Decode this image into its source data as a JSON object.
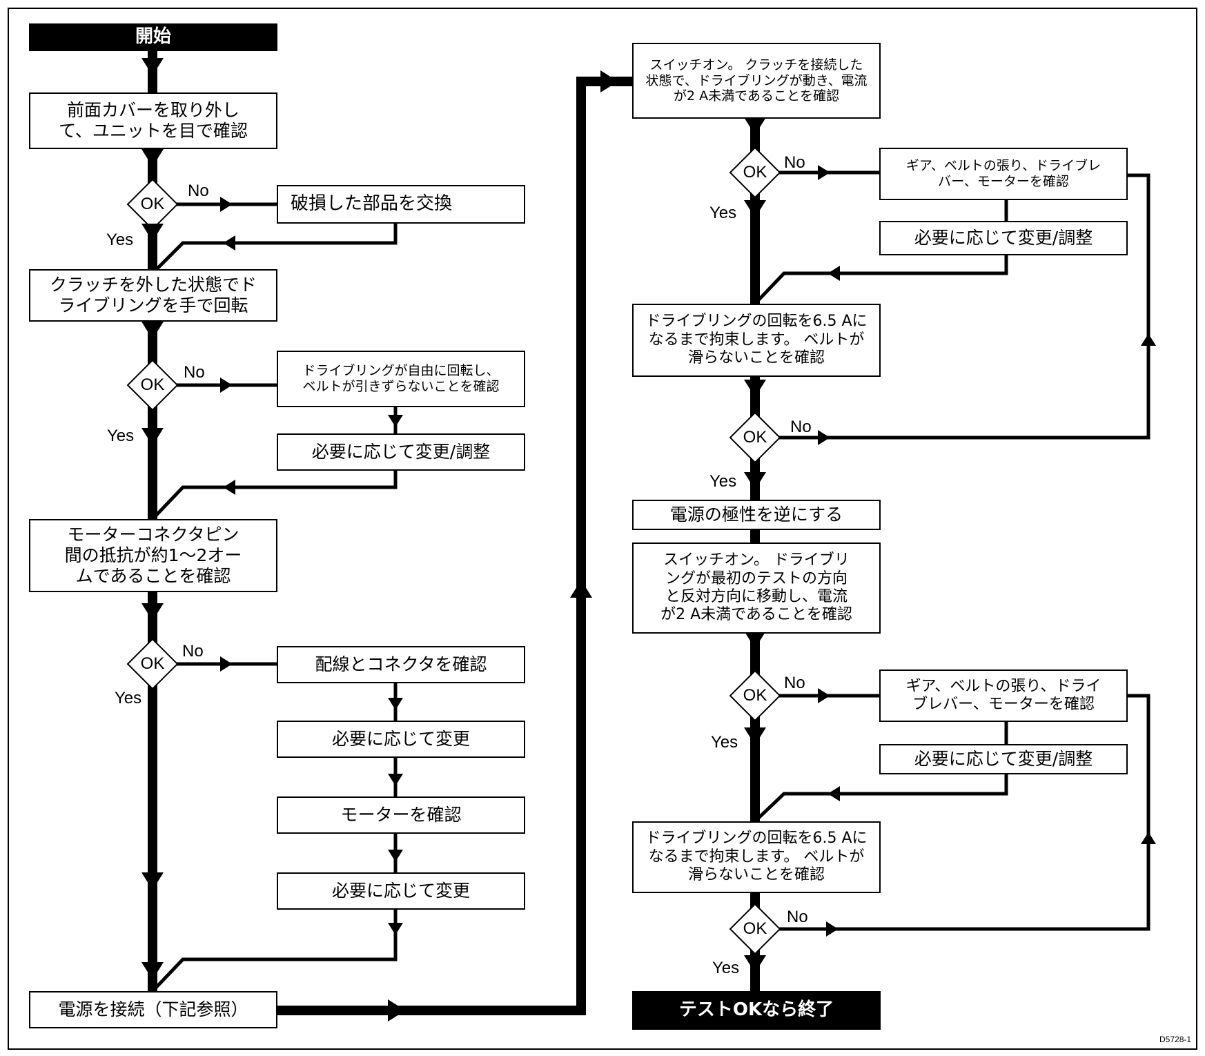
{
  "nodes": {
    "start": "開始",
    "remove_cover": "前面カバーを取り外し\nて、ユニットを目で確認",
    "replace_parts": "破損した部品を交換",
    "rotate_by_hand": "クラッチを外した状態でド\nライブリングを手で回転",
    "check_free_rotation": "ドライブリングが自由に回転し、\nベルトが引きずらないことを確認",
    "change_adjust_1": "必要に応じて変更/調整",
    "check_resistance": "モーターコネクタピン\n間の抵抗が約1〜2オー\nムであることを確認",
    "check_wiring": "配線とコネクタを確認",
    "change_1": "必要に応じて変更",
    "check_motor": "モーターを確認",
    "change_2": "必要に応じて変更",
    "connect_power": "電源を接続（下記参照）",
    "switch_on_1": "スイッチオン。 クラッチを接続した\n状態で、ドライブリングが動き、電流\nが2 A未満であることを確認",
    "check_gear_1": "ギア、ベルトの張り、ドライブレ\nバー、モーターを確認",
    "change_adjust_2": "必要に応じて変更/調整",
    "restrain_1": "ドライブリングの回転を6.5 Aに\nなるまで拘束します。 ベルトが\n滑らないことを確認",
    "reverse_polarity": "電源の極性を逆にする",
    "switch_on_2": "スイッチオン。 ドライブリ\nングが最初のテストの方向\nと反対方向に移動し、電流\nが2 A未満であることを確認",
    "check_gear_2": "ギア、ベルトの張り、ドライ\nブレバー、モーターを確認",
    "change_adjust_3": "必要に応じて変更/調整",
    "restrain_2": "ドライブリングの回転を6.5 Aに\nなるまで拘束します。 ベルトが\n滑らないことを確認",
    "end": "テストOKなら終了"
  },
  "decision_label": "OK",
  "yes_label": "Yes",
  "no_label": "No",
  "figure_code": "D5728-1"
}
